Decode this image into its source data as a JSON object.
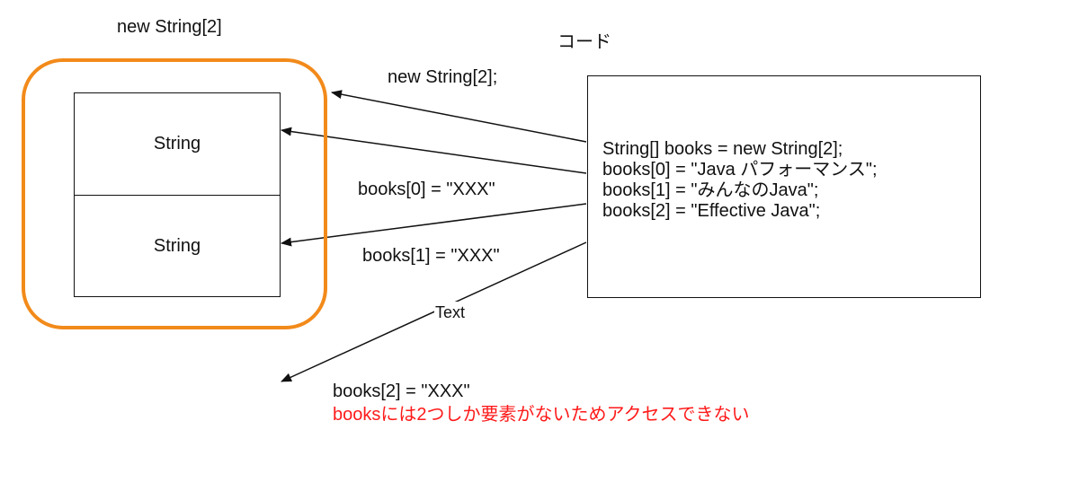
{
  "array_title": "new String[2]",
  "array_cells": [
    "String",
    "String"
  ],
  "code_title": "コード",
  "code_lines": [
    "String[] books = new String[2];",
    "books[0] = \"Java パフォーマンス\";",
    "books[1] = \"みんなのJava\";",
    "books[2] = \"Effective Java\";"
  ],
  "arrow_labels": {
    "new_array": "new String[2];",
    "books0": "books[0] = \"XXX\"",
    "books1": "books[1] = \"XXX\"",
    "text": "Text",
    "books2": "books[2] = \"XXX\""
  },
  "error_message": "booksには2つしか要素がないためアクセスできない",
  "colors": {
    "array_frame": "#f28a1a",
    "error_text": "#ff1a1a",
    "lines": "#111111"
  }
}
